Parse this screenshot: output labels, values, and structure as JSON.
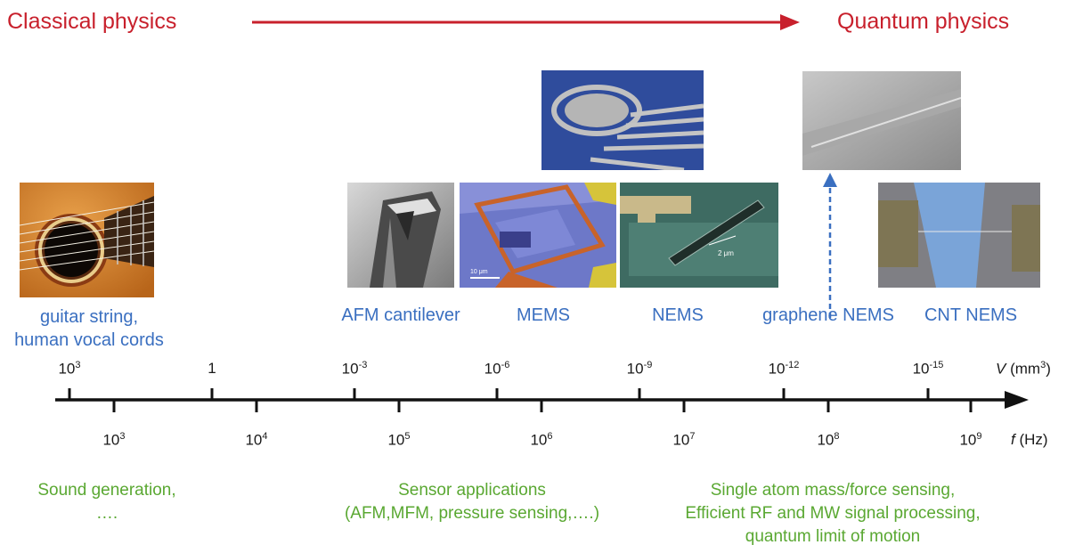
{
  "header": {
    "left_label": "Classical physics",
    "right_label": "Quantum physics"
  },
  "devices": [
    {
      "label": "guitar string,",
      "label2": "human vocal cords"
    },
    {
      "label": "AFM cantilever"
    },
    {
      "label": "MEMS"
    },
    {
      "label": "NEMS"
    },
    {
      "label": "graphene NEMS"
    },
    {
      "label": "CNT NEMS"
    }
  ],
  "image_annotations": {
    "mems_scale": "10 μm",
    "nems_scale": "2 μm"
  },
  "volume_axis": {
    "unit_label": "(mm",
    "unit_sup": "3",
    "unit_close": ")",
    "unit_var": "V",
    "ticks": [
      {
        "base": "10",
        "exp": "3"
      },
      {
        "base": "1",
        "exp": ""
      },
      {
        "base": "10",
        "exp": "-3"
      },
      {
        "base": "10",
        "exp": "-6"
      },
      {
        "base": "10",
        "exp": "-9"
      },
      {
        "base": "10",
        "exp": "-12"
      },
      {
        "base": "10",
        "exp": "-15"
      }
    ]
  },
  "frequency_axis": {
    "unit_var": "f",
    "unit_label": "(Hz)",
    "ticks": [
      {
        "base": "10",
        "exp": "3"
      },
      {
        "base": "10",
        "exp": "4"
      },
      {
        "base": "10",
        "exp": "5"
      },
      {
        "base": "10",
        "exp": "6"
      },
      {
        "base": "10",
        "exp": "7"
      },
      {
        "base": "10",
        "exp": "8"
      },
      {
        "base": "10",
        "exp": "9"
      }
    ]
  },
  "applications": {
    "left": {
      "line1": "Sound generation,",
      "line2": "…."
    },
    "middle": {
      "line1": "Sensor applications",
      "line2": "(AFM,MFM, pressure sensing,….)"
    },
    "right": {
      "line1": "Single atom mass/force sensing,",
      "line2": "Efficient RF and MW signal processing,",
      "line3": "quantum limit of motion"
    }
  },
  "colors": {
    "red": "#c8202c",
    "blue": "#3a6fc0",
    "green": "#5aa832"
  }
}
